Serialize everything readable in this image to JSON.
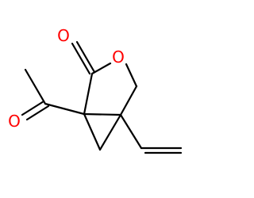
{
  "molecule": {
    "atoms": {
      "ketone_oxygen": {
        "symbol": "O",
        "color": "#ff0000"
      },
      "lactone_carbonyl_oxygen": {
        "symbol": "O",
        "color": "#ff0000"
      },
      "ring_oxygen": {
        "symbol": "O",
        "color": "#ff0000"
      }
    },
    "bond_color": "#000000"
  }
}
